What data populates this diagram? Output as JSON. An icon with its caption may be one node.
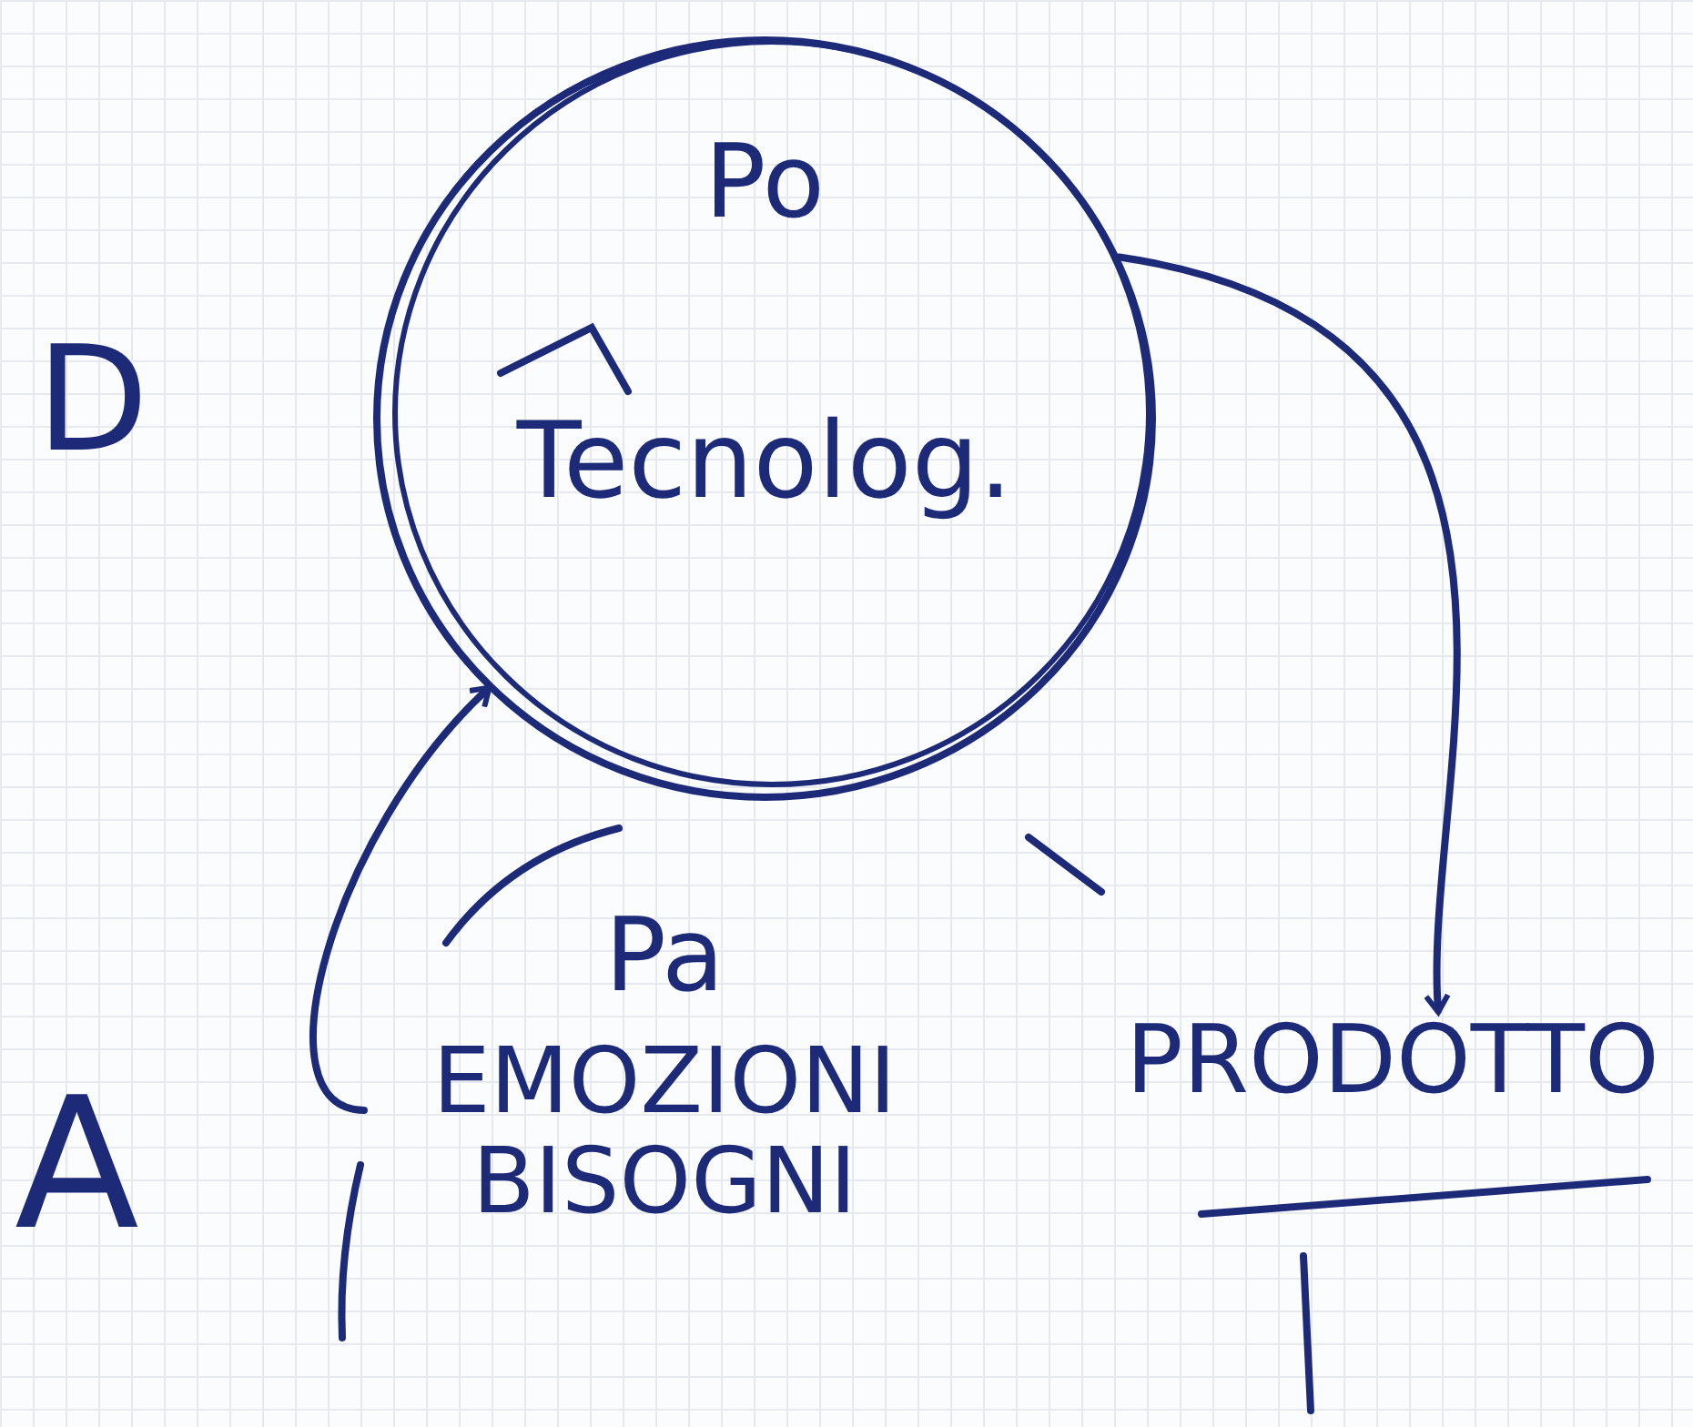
{
  "diagram": {
    "nodes": [
      {
        "text": [
          "Po",
          "Tecnolog."
        ]
      },
      {
        "text": [
          "Pa",
          "EMOZIONI BISOGNI"
        ]
      },
      {
        "text": [
          "PRODOTTO"
        ]
      }
    ],
    "edges": [
      {
        "from": 0,
        "to": 2,
        "arrow": "to"
      },
      {
        "from": 1,
        "to": 0,
        "arrow": "to"
      }
    ],
    "labels": [
      "D",
      "A"
    ]
  }
}
